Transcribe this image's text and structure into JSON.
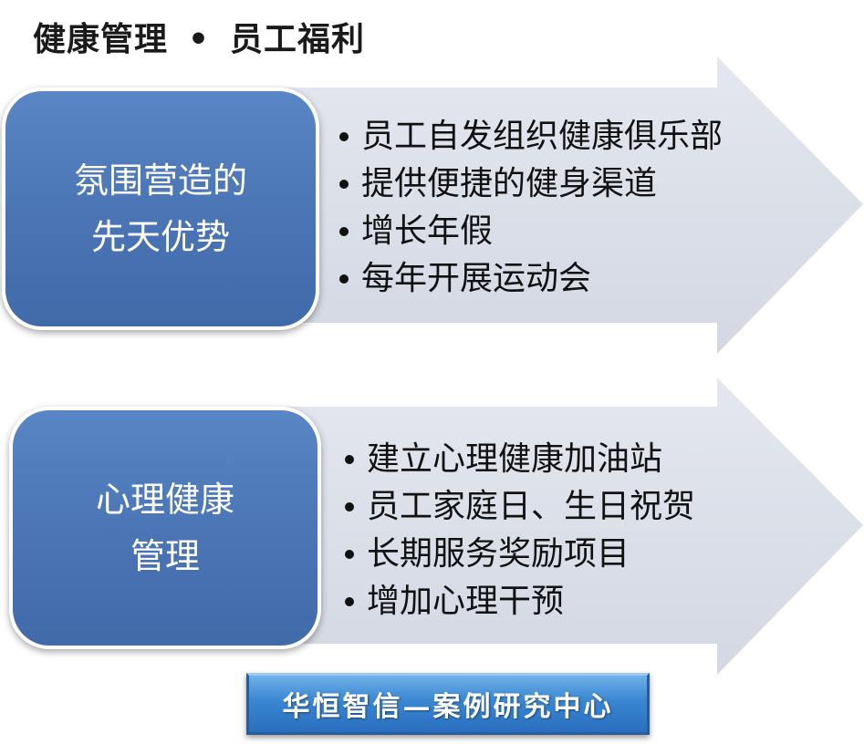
{
  "title": {
    "left": "健康管理",
    "separator": "•",
    "right": "员工福利"
  },
  "sections": [
    {
      "label_lines": [
        "氛围营造的",
        "先天优势"
      ],
      "items": [
        "员工自发组织健康俱乐部",
        "提供便捷的健身渠道",
        "增长年假",
        "每年开展运动会"
      ]
    },
    {
      "label_lines": [
        "心理健康",
        "管理"
      ],
      "items": [
        "建立心理健康加油站",
        "员工家庭日、生日祝贺",
        "长期服务奖励项目",
        "增加心理干预"
      ]
    }
  ],
  "footer": {
    "text": "华恒智信—案例研究中心"
  },
  "colors": {
    "arrow_fill": "#d9dde7",
    "label_box": "#4a74b4",
    "badge": "#3a86d2"
  }
}
